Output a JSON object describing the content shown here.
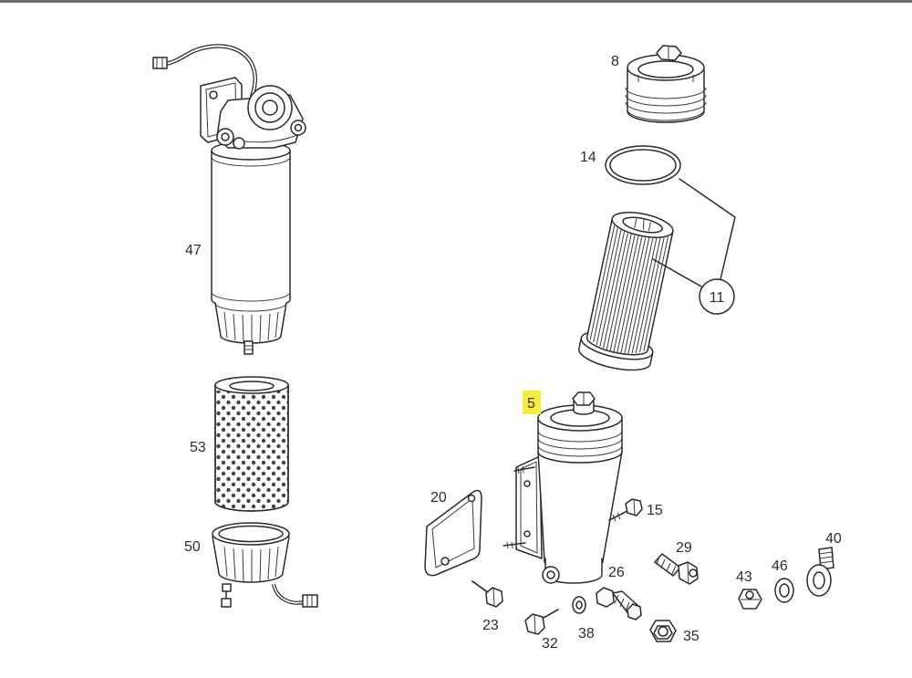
{
  "diagram": {
    "callouts": [
      {
        "label": "8"
      },
      {
        "label": "14"
      },
      {
        "label": "11"
      },
      {
        "label": "47"
      },
      {
        "label": "53"
      },
      {
        "label": "50"
      },
      {
        "label": "5",
        "highlighted": true
      },
      {
        "label": "20"
      },
      {
        "label": "15"
      },
      {
        "label": "29"
      },
      {
        "label": "40"
      },
      {
        "label": "26"
      },
      {
        "label": "43"
      },
      {
        "label": "46"
      },
      {
        "label": "23"
      },
      {
        "label": "38"
      },
      {
        "label": "35"
      },
      {
        "label": "32"
      }
    ],
    "highlight_color": "#f6ec3c",
    "line_color": "#2b2b2b"
  }
}
